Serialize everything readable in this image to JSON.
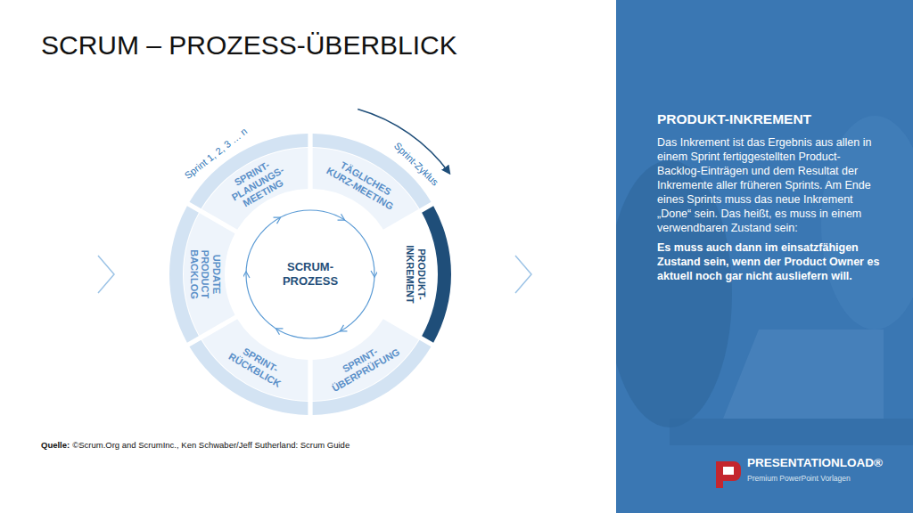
{
  "diagram": {
    "title": "SCRUM – PROZESS-ÜBERBLICK",
    "nodes": [
      {
        "text": [
          "SPRINT- PLANUNGS- MEETING"
        ]
      },
      {
        "text": [
          "TÄGLICHES KURZ-MEETING"
        ]
      },
      {
        "text": [
          "PRODUKT- INKREMENT"
        ]
      },
      {
        "text": [
          "SPRINT- ÜBERPRÜFUNG"
        ]
      },
      {
        "text": [
          "SPRINT- RÜCKBLICK"
        ]
      },
      {
        "text": [
          "UPDATE PRODUCT BACKLOG"
        ]
      },
      {
        "text": [
          "SCRUM- PROZESS"
        ]
      },
      {
        "text": [
          "PRODUKT-INKREMENT",
          "Das Inkrement ist das Ergebnis aus allen in einem Sprint fertiggestellten Product-Backlog-Einträgen und dem Resultat der Inkremente aller früheren Sprints. Am Ende eines Sprints muss das neue Inkrement „Done“ sein. Das heißt, es muss in einem verwendbaren Zustand sein:",
          "Es muss auch dann im einsatzfähigen Zustand sein, wenn der Product Owner es aktuell noch gar nicht ausliefern will."
        ]
      }
    ],
    "labels": [
      "Sprint 1, 2, 3 … n",
      "Sprint-Zyklus",
      "Quelle:",
      "©Scrum.Org and ScrumInc., Ken Schwaber/Jeff Sutherland: Scrum Guide",
      "PRESENTATIONLOAD®",
      "Premium PowerPoint Vorlagen"
    ]
  }
}
